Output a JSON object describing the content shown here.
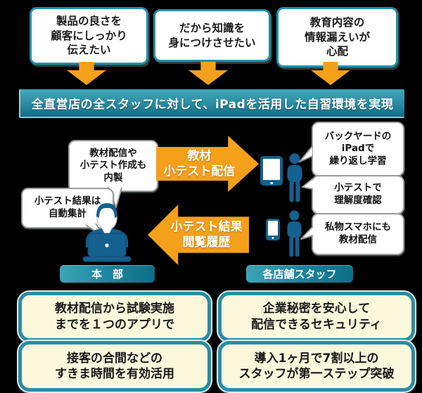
{
  "colors": {
    "accent_orange": "#F5A01B",
    "bubble_border_teal": "#1E91AC",
    "banner_teal": "#2A8AA0",
    "figure_blue": "#14608F",
    "benefit_cream": "#FCF8DC",
    "benefit_border_teal": "#2B8CA3"
  },
  "pain_points": [
    {
      "text": "製品の良さを\n顧客にしっかり\n伝えたい"
    },
    {
      "text": "だから知識を\n身につけさせたい"
    },
    {
      "text": "教育内容の\n情報漏えいが\n心配"
    }
  ],
  "banner": {
    "text": "全直営店の全スタッフに対して、iPadを活用した自習環境を実現"
  },
  "headquarters": {
    "label": "本　部",
    "callouts": [
      {
        "text": "教材配信や\n小テスト作成も\n内製"
      },
      {
        "text": "小テスト結果は\n自動集計"
      }
    ]
  },
  "flows": {
    "to_staff": {
      "text": "教材\n小テスト配信"
    },
    "to_hq": {
      "text": "小テスト結果\n閲覧履歴"
    }
  },
  "staff": {
    "label": "各店舗スタッフ",
    "callouts": [
      {
        "text": "バックヤードの\niPadで\n繰り返し学習"
      },
      {
        "text": "小テストで\n理解度確認"
      },
      {
        "text": "私物スマホにも\n教材配信"
      }
    ]
  },
  "benefits": [
    {
      "text": "教材配信から試験実施\nまでを１つのアプリで"
    },
    {
      "text": "企業秘密を安心して\n配信できるセキュリティ"
    },
    {
      "text": "接客の合間などの\nすきま時間を有効活用"
    },
    {
      "text": "導入1ヶ月で7割以上の\nスタッフが第一ステップ突破"
    }
  ]
}
